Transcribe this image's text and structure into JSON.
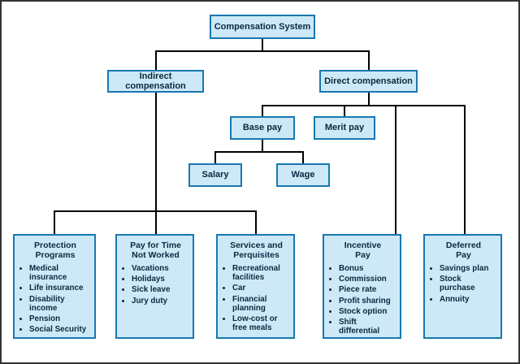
{
  "diagram": {
    "nodes": {
      "root": "Compensation System",
      "indirect": "Indirect compensation",
      "direct": "Direct compensation",
      "base_pay": "Base pay",
      "merit_pay": "Merit pay",
      "salary": "Salary",
      "wage": "Wage"
    },
    "bottom_boxes": [
      {
        "title": "Protection\nPrograms",
        "items": [
          "Medical insurance",
          "Life insurance",
          "Disability income",
          "Pension",
          "Social Security"
        ]
      },
      {
        "title": "Pay for Time\nNot Worked",
        "items": [
          "Vacations",
          "Holidays",
          "Sick leave",
          "Jury duty"
        ]
      },
      {
        "title": "Services and\nPerquisites",
        "items": [
          "Recreational facilities",
          "Car",
          "Financial planning",
          "Low-cost or free meals"
        ]
      },
      {
        "title": "Incentive\nPay",
        "items": [
          "Bonus",
          "Commission",
          "Piece rate",
          "Profit sharing",
          "Stock option",
          "Shift differential"
        ]
      },
      {
        "title": "Deferred\nPay",
        "items": [
          "Savings plan",
          "Stock purchase",
          "Annuity"
        ]
      }
    ],
    "colors": {
      "box_fill": "#cde9f7",
      "box_border": "#1878b0",
      "connector": "#000000",
      "text": "#092940",
      "background": "#ffffff",
      "frame_border": "#333333"
    }
  }
}
